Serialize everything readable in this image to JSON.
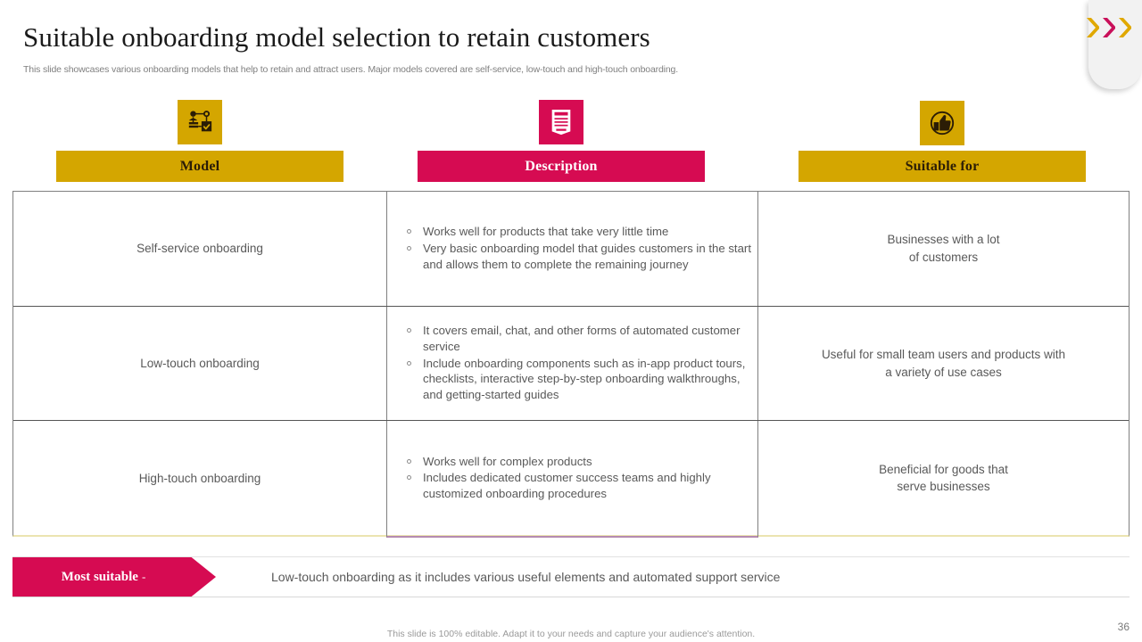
{
  "slide": {
    "title": "Suitable onboarding model selection to retain customers",
    "subtitle": "This slide showcases various onboarding models that help to retain and attract users. Major models covered are self-service, low-touch and high-touch onboarding.",
    "page_number": "36",
    "footer_note": "This slide is 100% editable. Adapt it to your needs and capture your audience's attention."
  },
  "colors": {
    "gold": "#d4a600",
    "crimson": "#d60b52",
    "text_gray": "#595959",
    "border_gray": "#808080",
    "bottom_accent_yellow": "#ebe4b0",
    "bottom_accent_purple": "#b58bb0"
  },
  "columns": [
    {
      "label": "Model",
      "icon": "flowchart-icon",
      "style": "gold"
    },
    {
      "label": "Description",
      "icon": "document-icon",
      "style": "pink"
    },
    {
      "label": "Suitable for",
      "icon": "thumbs-up-icon",
      "style": "gold"
    }
  ],
  "rows": [
    {
      "model": "Self-service onboarding",
      "description": [
        "Works well for products that take very little time",
        "Very basic onboarding model that guides customers in the start and allows them to complete the remaining journey"
      ],
      "suitable_for": "Businesses with a lot\nof customers"
    },
    {
      "model": "Low-touch onboarding",
      "description": [
        "It covers email, chat, and other forms of automated customer service",
        "Include onboarding components such as in-app product tours, checklists, interactive step-by-step onboarding walkthroughs, and getting-started guides"
      ],
      "suitable_for": "Useful for small team users and products with\na variety of use cases"
    },
    {
      "model": "High-touch onboarding",
      "description": [
        "Works well for complex products",
        "Includes dedicated customer success teams and highly customized onboarding procedures"
      ],
      "suitable_for": "Beneficial for goods that\nserve businesses"
    }
  ],
  "banner": {
    "tag_label": "Most suitable",
    "tag_dash": "-",
    "text": "Low-touch onboarding as it includes various useful elements and automated support service"
  },
  "decoration": {
    "chevron_colors": [
      "#e0a800",
      "#c9105a",
      "#e0a800"
    ]
  }
}
